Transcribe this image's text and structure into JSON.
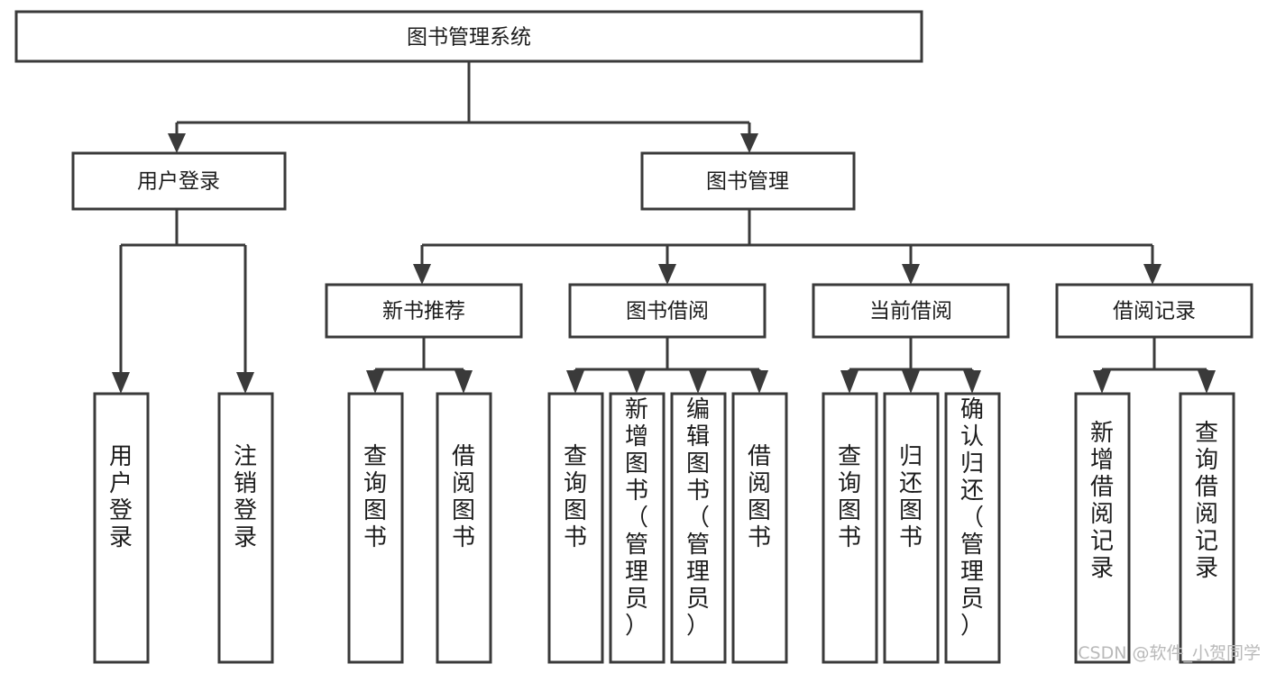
{
  "diagram": {
    "title": "图书管理系统",
    "type": "tree-hierarchy",
    "root": {
      "id": "root",
      "label": "图书管理系统",
      "orientation": "horizontal"
    },
    "level2": [
      {
        "id": "user-login",
        "label": "用户登录",
        "orientation": "horizontal"
      },
      {
        "id": "book-management",
        "label": "图书管理",
        "orientation": "horizontal"
      }
    ],
    "level3": [
      {
        "id": "new-book-recommend",
        "label": "新书推荐",
        "parent": "book-management",
        "orientation": "horizontal"
      },
      {
        "id": "book-borrow",
        "label": "图书借阅",
        "parent": "book-management",
        "orientation": "horizontal"
      },
      {
        "id": "current-borrow",
        "label": "当前借阅",
        "parent": "book-management",
        "orientation": "horizontal"
      },
      {
        "id": "borrow-record",
        "label": "借阅记录",
        "parent": "book-management",
        "orientation": "horizontal"
      }
    ],
    "leaves": [
      {
        "id": "leaf-user-login",
        "label": "用户登录",
        "parent": "user-login",
        "orientation": "vertical"
      },
      {
        "id": "leaf-user-logout",
        "label": "注销登录",
        "parent": "user-login",
        "orientation": "vertical"
      },
      {
        "id": "leaf-query-book-1",
        "label": "查询图书",
        "parent": "new-book-recommend",
        "orientation": "vertical"
      },
      {
        "id": "leaf-borrow-book-1",
        "label": "借阅图书",
        "parent": "new-book-recommend",
        "orientation": "vertical"
      },
      {
        "id": "leaf-query-book-2",
        "label": "查询图书",
        "parent": "book-borrow",
        "orientation": "vertical"
      },
      {
        "id": "leaf-add-book",
        "label": "新增图书（管理员）",
        "parent": "book-borrow",
        "orientation": "vertical"
      },
      {
        "id": "leaf-edit-book",
        "label": "编辑图书（管理员）",
        "parent": "book-borrow",
        "orientation": "vertical"
      },
      {
        "id": "leaf-borrow-book-2",
        "label": "借阅图书",
        "parent": "book-borrow",
        "orientation": "vertical"
      },
      {
        "id": "leaf-query-book-3",
        "label": "查询图书",
        "parent": "current-borrow",
        "orientation": "vertical"
      },
      {
        "id": "leaf-return-book",
        "label": "归还图书",
        "parent": "current-borrow",
        "orientation": "vertical"
      },
      {
        "id": "leaf-confirm-return",
        "label": "确认归还（管理员）",
        "parent": "current-borrow",
        "orientation": "vertical"
      },
      {
        "id": "leaf-add-record",
        "label": "新增借阅记录",
        "parent": "borrow-record",
        "orientation": "vertical"
      },
      {
        "id": "leaf-query-record",
        "label": "查询借阅记录",
        "parent": "borrow-record",
        "orientation": "vertical"
      }
    ]
  },
  "watermark": {
    "text": "CSDN @软件_小贺同学"
  },
  "colors": {
    "box_stroke": "#3a3a3a",
    "box_fill": "#ffffff",
    "text": "#1c1c1c",
    "background": "#ffffff",
    "watermark": "#b9b9b9"
  }
}
